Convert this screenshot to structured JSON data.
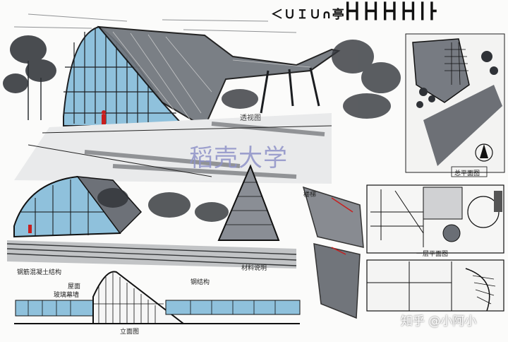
{
  "header": {
    "title_text": "＜ＵＩＵ∩亭",
    "title_bars": "┣┫┣┫┣┫┣┫┃┣"
  },
  "watermark": {
    "text": "稻壳大学"
  },
  "credit": {
    "text": "知乎 @小阿小"
  },
  "drawing_labels": {
    "site_plan_label": "总平面图",
    "floor_plan_label": "一层平面图",
    "detail_note": "楼梯",
    "elevation_label": "立面图",
    "left_note_1": "钢筋混凝土结构",
    "left_note_2": "玻璃幕墙",
    "left_note_3": "屋面",
    "right_note_1": "钢结构",
    "right_note_2": "材料说明",
    "perspective_note": "透视图"
  },
  "colors": {
    "glass": "#7fb7d6",
    "glass_light": "#c4dded",
    "marker_grey": "#6f737a",
    "marker_dark": "#2c2f33",
    "accent_red": "#c81e1e",
    "paper": "#fbfbfa"
  }
}
